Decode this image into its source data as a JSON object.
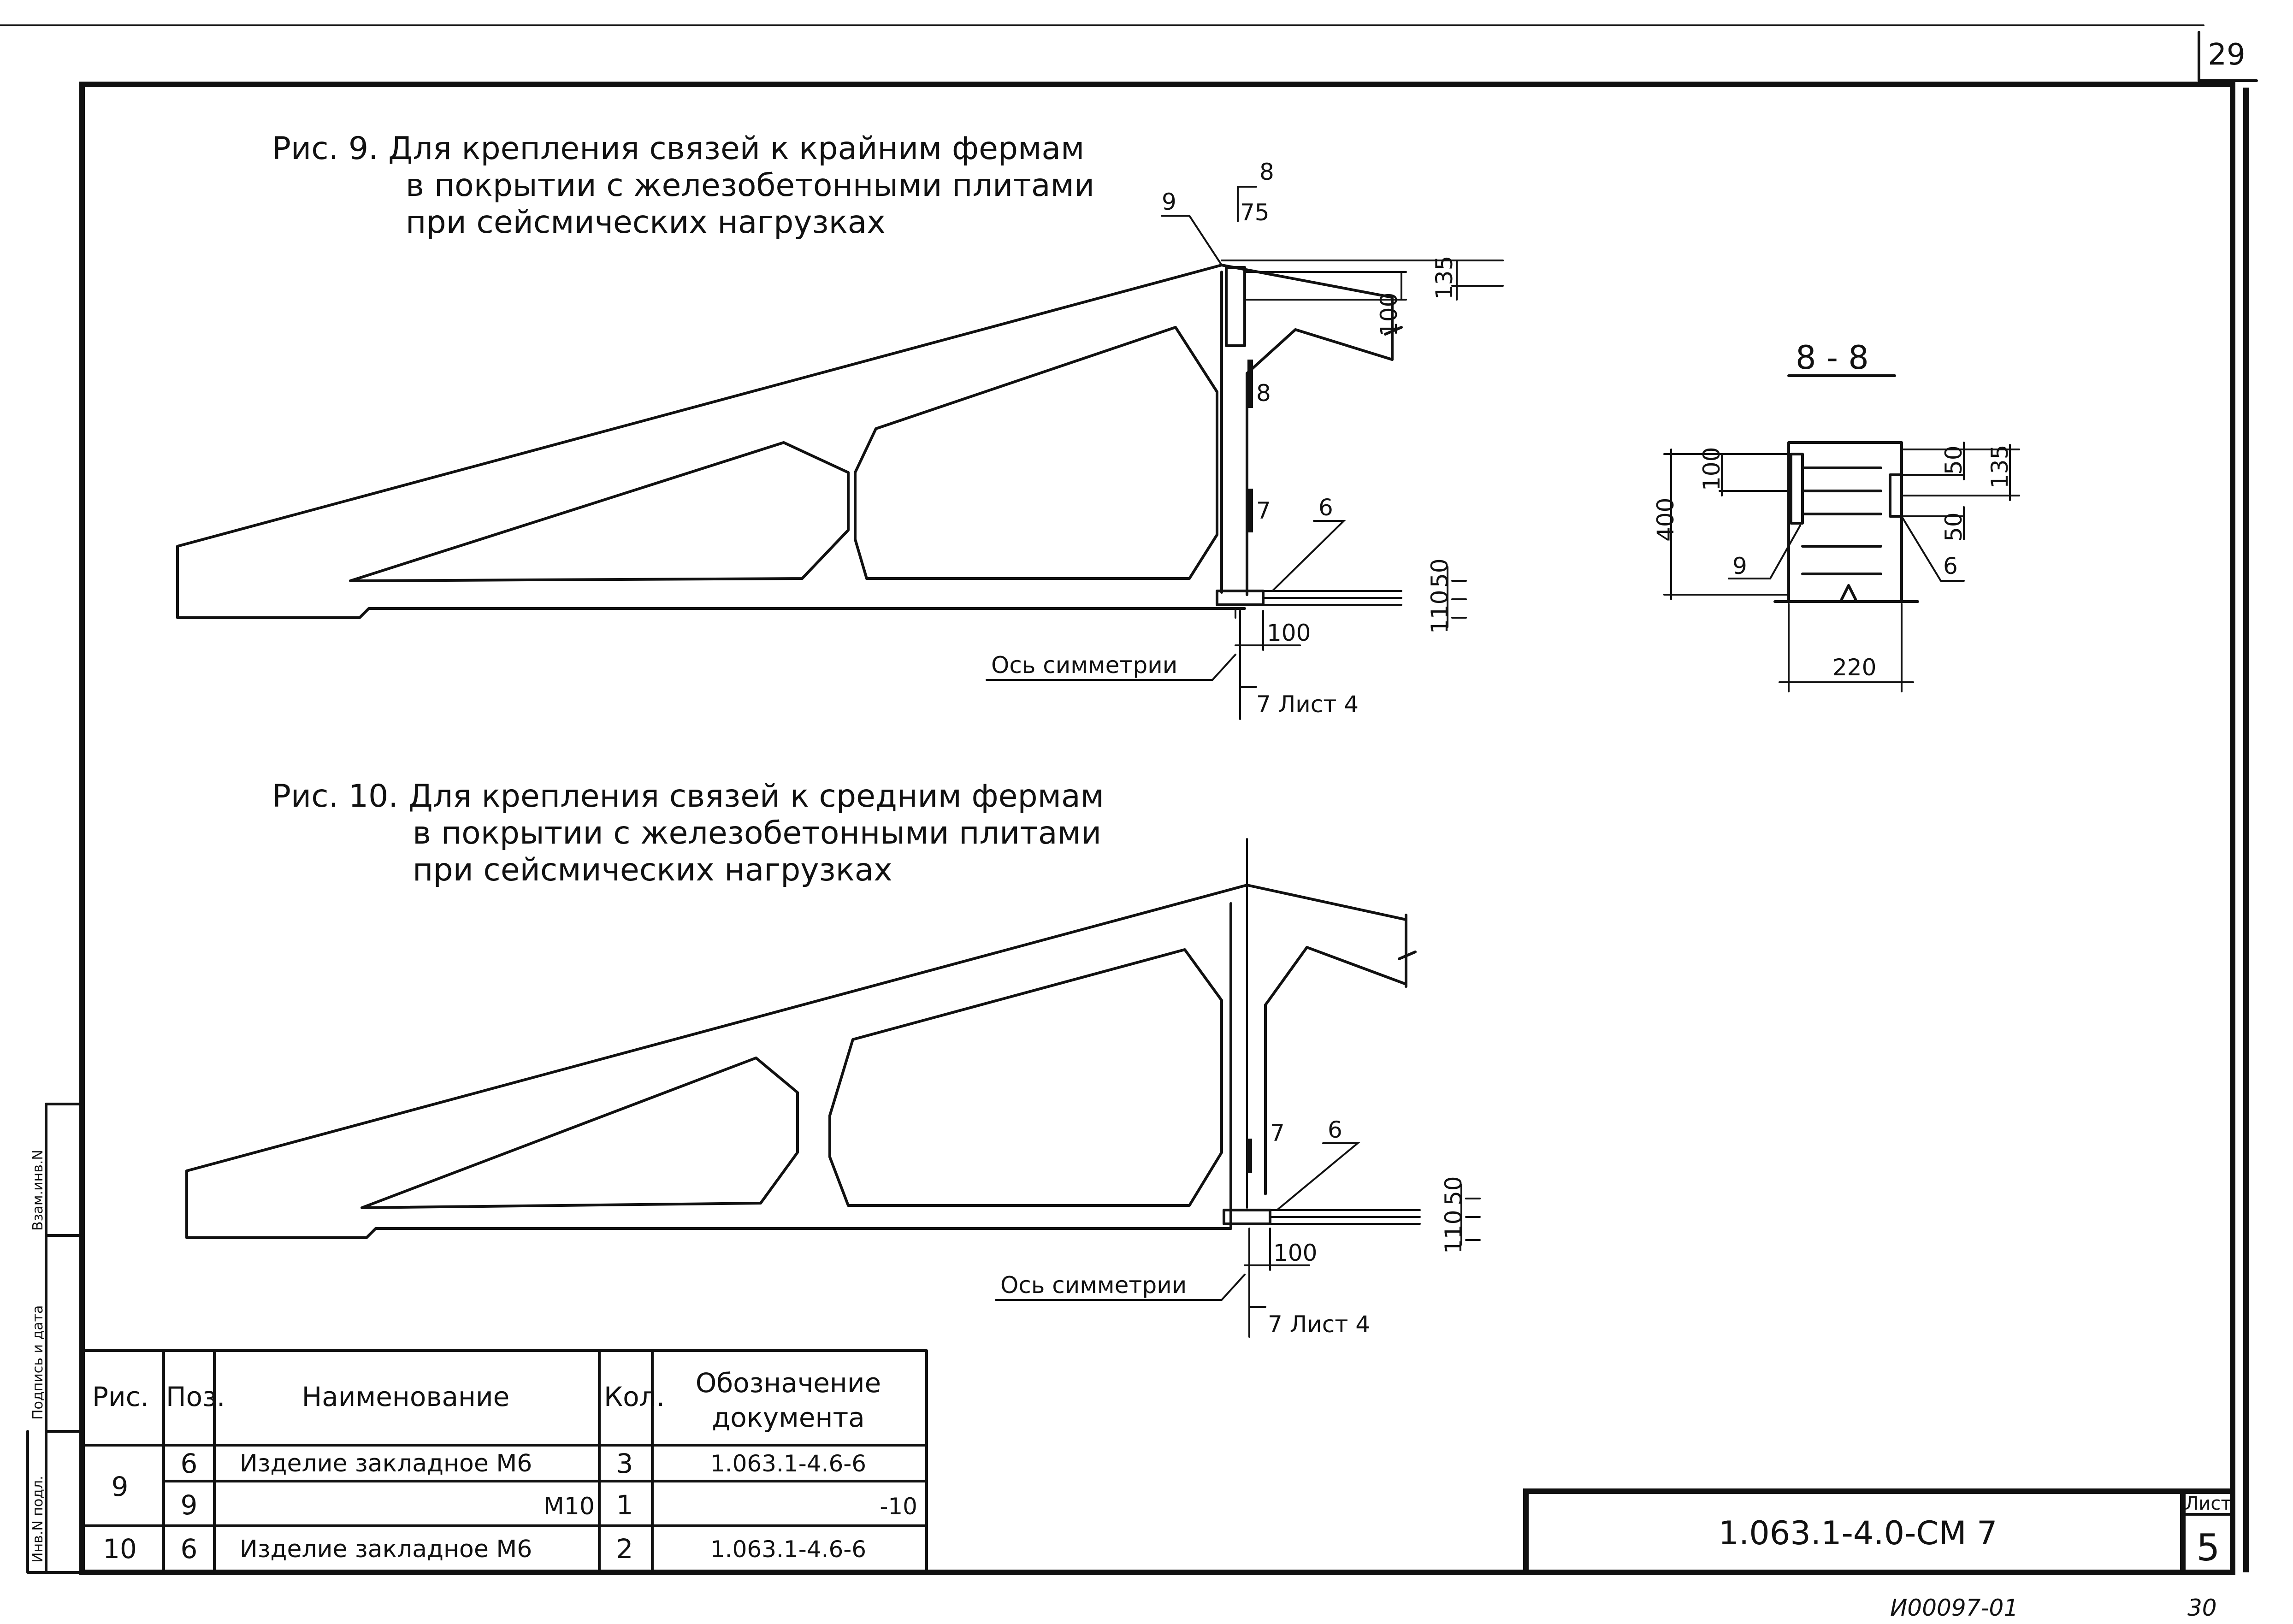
{
  "page_number": "29",
  "bottom_code": "И00097-01",
  "bottom_page": "30",
  "stamp": {
    "inv_podl": "Инв.N подл.",
    "podpis": "Подпись и дата",
    "vzam": "Взам.инв.N"
  },
  "fig9": {
    "caption": [
      "Рис. 9.  Для крепления связей к крайним фермам",
      "в покрытии с железобетонными плитами",
      "при сейсмических нагрузках"
    ],
    "labels": {
      "sec_top": "8",
      "sec_mid": "8",
      "pos9": "9",
      "pos6": "6",
      "pos7": "7",
      "d75": "75",
      "d135": "135",
      "d100": "100",
      "d50": "50",
      "d110": "110",
      "d100b": "100",
      "axis": "Ось симметрии",
      "sheet_ref": "7 Лист 4"
    }
  },
  "fig10": {
    "caption": [
      "Рис. 10.  Для крепления связей к средним фермам",
      "в покрытии с железобетонными плитами",
      "при сейсмических нагрузках"
    ],
    "labels": {
      "pos7": "7",
      "pos6": "6",
      "d50": "50",
      "d110": "110",
      "d100": "100",
      "axis": "Ось симметрии",
      "sheet_ref": "7 Лист 4"
    }
  },
  "section": {
    "title": "8  -  8",
    "d50a": "50",
    "d135": "135",
    "d100": "100",
    "d50b": "50",
    "d400": "400",
    "pos9": "9",
    "pos6": "6",
    "d220": "220"
  },
  "table": {
    "headers": [
      "Рис.",
      "Поз.",
      "Наименование",
      "Кол.",
      "Обозначение",
      "документа"
    ],
    "rows": [
      {
        "fig": "9",
        "pos": "6",
        "name": "Изделие закладное  М6",
        "qty": "3",
        "doc": "1.063.1-4.6-6"
      },
      {
        "fig": "",
        "pos": "9",
        "name": "М10",
        "qty": "1",
        "doc": "-10"
      },
      {
        "fig": "10",
        "pos": "6",
        "name": "Изделие закладное  М6",
        "qty": "2",
        "doc": "1.063.1-4.6-6"
      }
    ]
  },
  "title_block": {
    "code": "1.063.1-4.0-СМ 7",
    "sheet_label": "Лист",
    "sheet_no": "5"
  }
}
